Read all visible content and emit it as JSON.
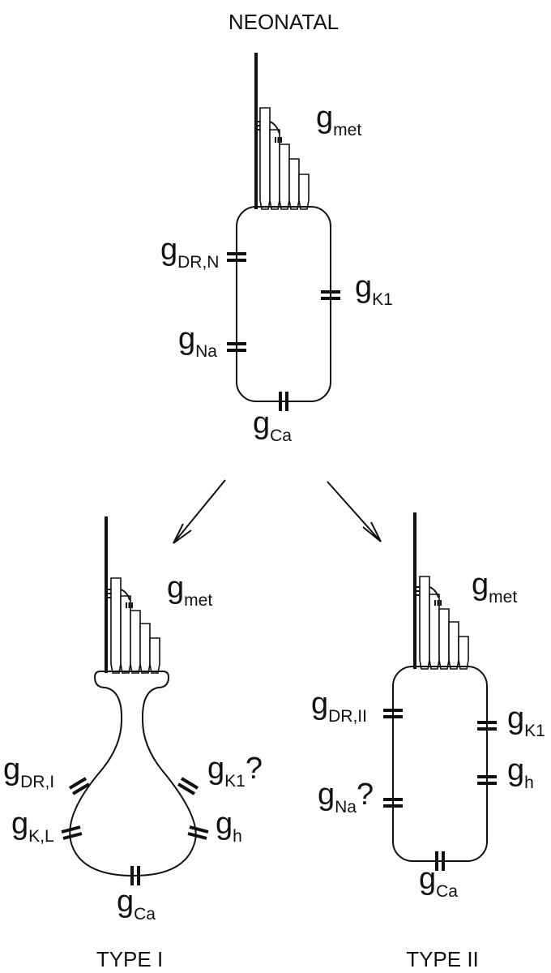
{
  "diagram": {
    "colors": {
      "ink": "#111111",
      "background": "#ffffff"
    },
    "neonatal": {
      "title": "NEONATAL",
      "labels": {
        "met": {
          "g": "g",
          "sub": "met"
        },
        "dr": {
          "g": "g",
          "sub": "DR,N"
        },
        "k1": {
          "g": "g",
          "sub": "K1"
        },
        "na": {
          "g": "g",
          "sub": "Na"
        },
        "ca": {
          "g": "g",
          "sub": "Ca"
        }
      }
    },
    "type1": {
      "title": "TYPE I",
      "labels": {
        "met": {
          "g": "g",
          "sub": "met"
        },
        "dr": {
          "g": "g",
          "sub": "DR,I"
        },
        "k1": {
          "g": "g",
          "sub": "K1",
          "suffix": "?"
        },
        "kl": {
          "g": "g",
          "sub": "K,L"
        },
        "h": {
          "g": "g",
          "sub": "h"
        },
        "ca": {
          "g": "g",
          "sub": "Ca"
        }
      }
    },
    "type2": {
      "title": "TYPE II",
      "labels": {
        "met": {
          "g": "g",
          "sub": "met"
        },
        "dr": {
          "g": "g",
          "sub": "DR,II"
        },
        "k1": {
          "g": "g",
          "sub": "K1"
        },
        "na": {
          "g": "g",
          "sub": "Na",
          "suffix": "?"
        },
        "h": {
          "g": "g",
          "sub": "h"
        },
        "ca": {
          "g": "g",
          "sub": "Ca"
        }
      }
    }
  }
}
